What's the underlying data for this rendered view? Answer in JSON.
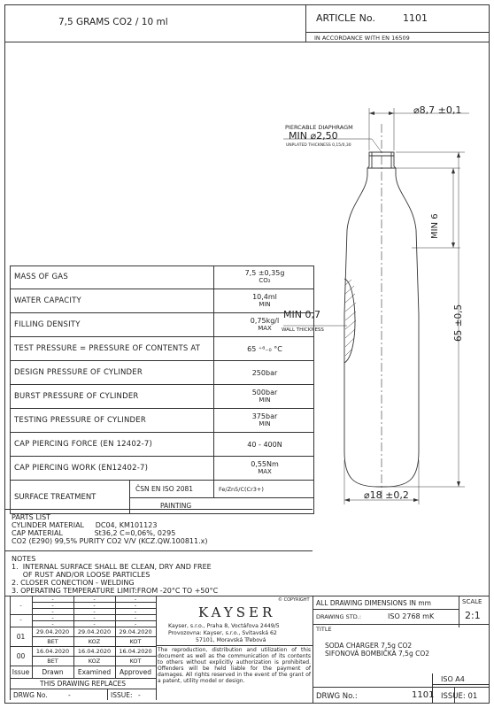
{
  "header": {
    "title": "7,5 GRAMS CO2 / 10 ml",
    "article_label": "ARTICLE No.",
    "article_no": "1101",
    "standard": "IN ACCORDANCE WITH EN 16509"
  },
  "specs": [
    {
      "label": "MASS OF GAS",
      "value": "7,5 ±0,35g",
      "sub": "CO₂"
    },
    {
      "label": "WATER CAPACITY",
      "value": "10,4ml",
      "sub": "MIN"
    },
    {
      "label": "FILLING DENSITY",
      "value": "0,75kg/l",
      "sub": "MAX"
    },
    {
      "label": "TEST PRESSURE = PRESSURE OF CONTENTS AT",
      "value": "65 ⁺⁸₋₀ °C",
      "sub": ""
    },
    {
      "label": "DESIGN PRESSURE OF CYLINDER",
      "value": "250bar",
      "sub": ""
    },
    {
      "label": "BURST PRESSURE OF CYLINDER",
      "value": "500bar",
      "sub": "MIN"
    },
    {
      "label": "TESTING PRESSURE OF CYLINDER",
      "value": "375bar",
      "sub": "MIN"
    },
    {
      "label": "CAP PIERCING FORCE (EN 12402-7)",
      "value": "40 - 400N",
      "sub": ""
    },
    {
      "label": "CAP PIERCING WORK (EN12402-7)",
      "value": "0,55Nm",
      "sub": "MAX"
    }
  ],
  "surface": {
    "label": "SURFACE TREATMENT",
    "std": "ČSN EN ISO 2081",
    "std_val": "Fe/Zn5/C(Cr3+)",
    "painting": "PAINTING"
  },
  "parts": {
    "title": "PARTS LIST",
    "line1": "CYLINDER MATERIAL     DC04, KM101123",
    "line2": "CAP MATERIAL              St36,2 C=0,06%, 0295",
    "line3": "CO2 (E290) 99,5% PURITY CO2 V/V (KCZ.QW.100811.x)"
  },
  "notes": {
    "title": "NOTES",
    "n1": "1.  INTERNAL SURFACE SHALL BE CLEAN, DRY AND FREE",
    "n1b": "     OF RUST AND/OR LOOSE PARTICLES",
    "n2": "2.  CLOSER CONECTION - WELDING",
    "n3": "3.  OPERATING TEMPERATURE LIMIT:FROM -20°C TO +50°C"
  },
  "drawing": {
    "pierce_title": "PIERCABLE DIAPHRAGM",
    "pierce_dim": "MIN ⌀2,50",
    "unplated": "UNPLATED THICKNESS 0,15/0,30",
    "top_dia": "⌀8,7 ±0,1",
    "min6": "MIN 6",
    "wall": "MIN 0,7",
    "wall_label": "WALL THICKNESS",
    "length": "65 ±0,5",
    "bottom_dia": "⌀18 ±0,2"
  },
  "revisions": {
    "dash": "-",
    "rev01": "01",
    "rev00": "00",
    "d1": "29.04.2020",
    "d2": "16.04.2020",
    "bet": "BET",
    "koz": "KOZ",
    "kot": "KOT",
    "issue": "Issue",
    "drawn": "Drawn",
    "examined": "Examined",
    "approved": "Approved",
    "replaces": "THIS DRAWING REPLACES",
    "drwg": "DRWG No.",
    "issue_label": "ISSUE:",
    "issue_val": "-"
  },
  "company": {
    "logo": "KAYSER",
    "copyright": "© COPYRIGHT",
    "addr1": "Kayser, s.r.o., Praha 8, Voctářova 2449/5",
    "addr2": "Provozovna: Kayser, s.r.o., Svitavská 62",
    "addr3": "57101, Moravská Třebová",
    "legal": "The reproduction, distribution and utilization of this document as well as the communication of its contents to others without explicitly authorization is prohibited. Offenders will be held liable for the payment of damages. All rights reserved in the event of the grant of a patent, utility model or design."
  },
  "titleblock": {
    "dims": "ALL DRAWING DIMENSIONS IN mm",
    "scale_label": "SCALE",
    "scale": "2:1",
    "std_label": "DRAWING STD.:",
    "std": "ISO 2768 mK",
    "title_label": "TITLE",
    "title1": "SODA CHARGER 7,5g CO2",
    "title2": "SIFONOVÁ BOMBIČKA 7,5g CO2",
    "format": "ISO A4",
    "drwg": "DRWG No.:",
    "drwg_no": "1101",
    "issue": "ISSUE: 01"
  }
}
